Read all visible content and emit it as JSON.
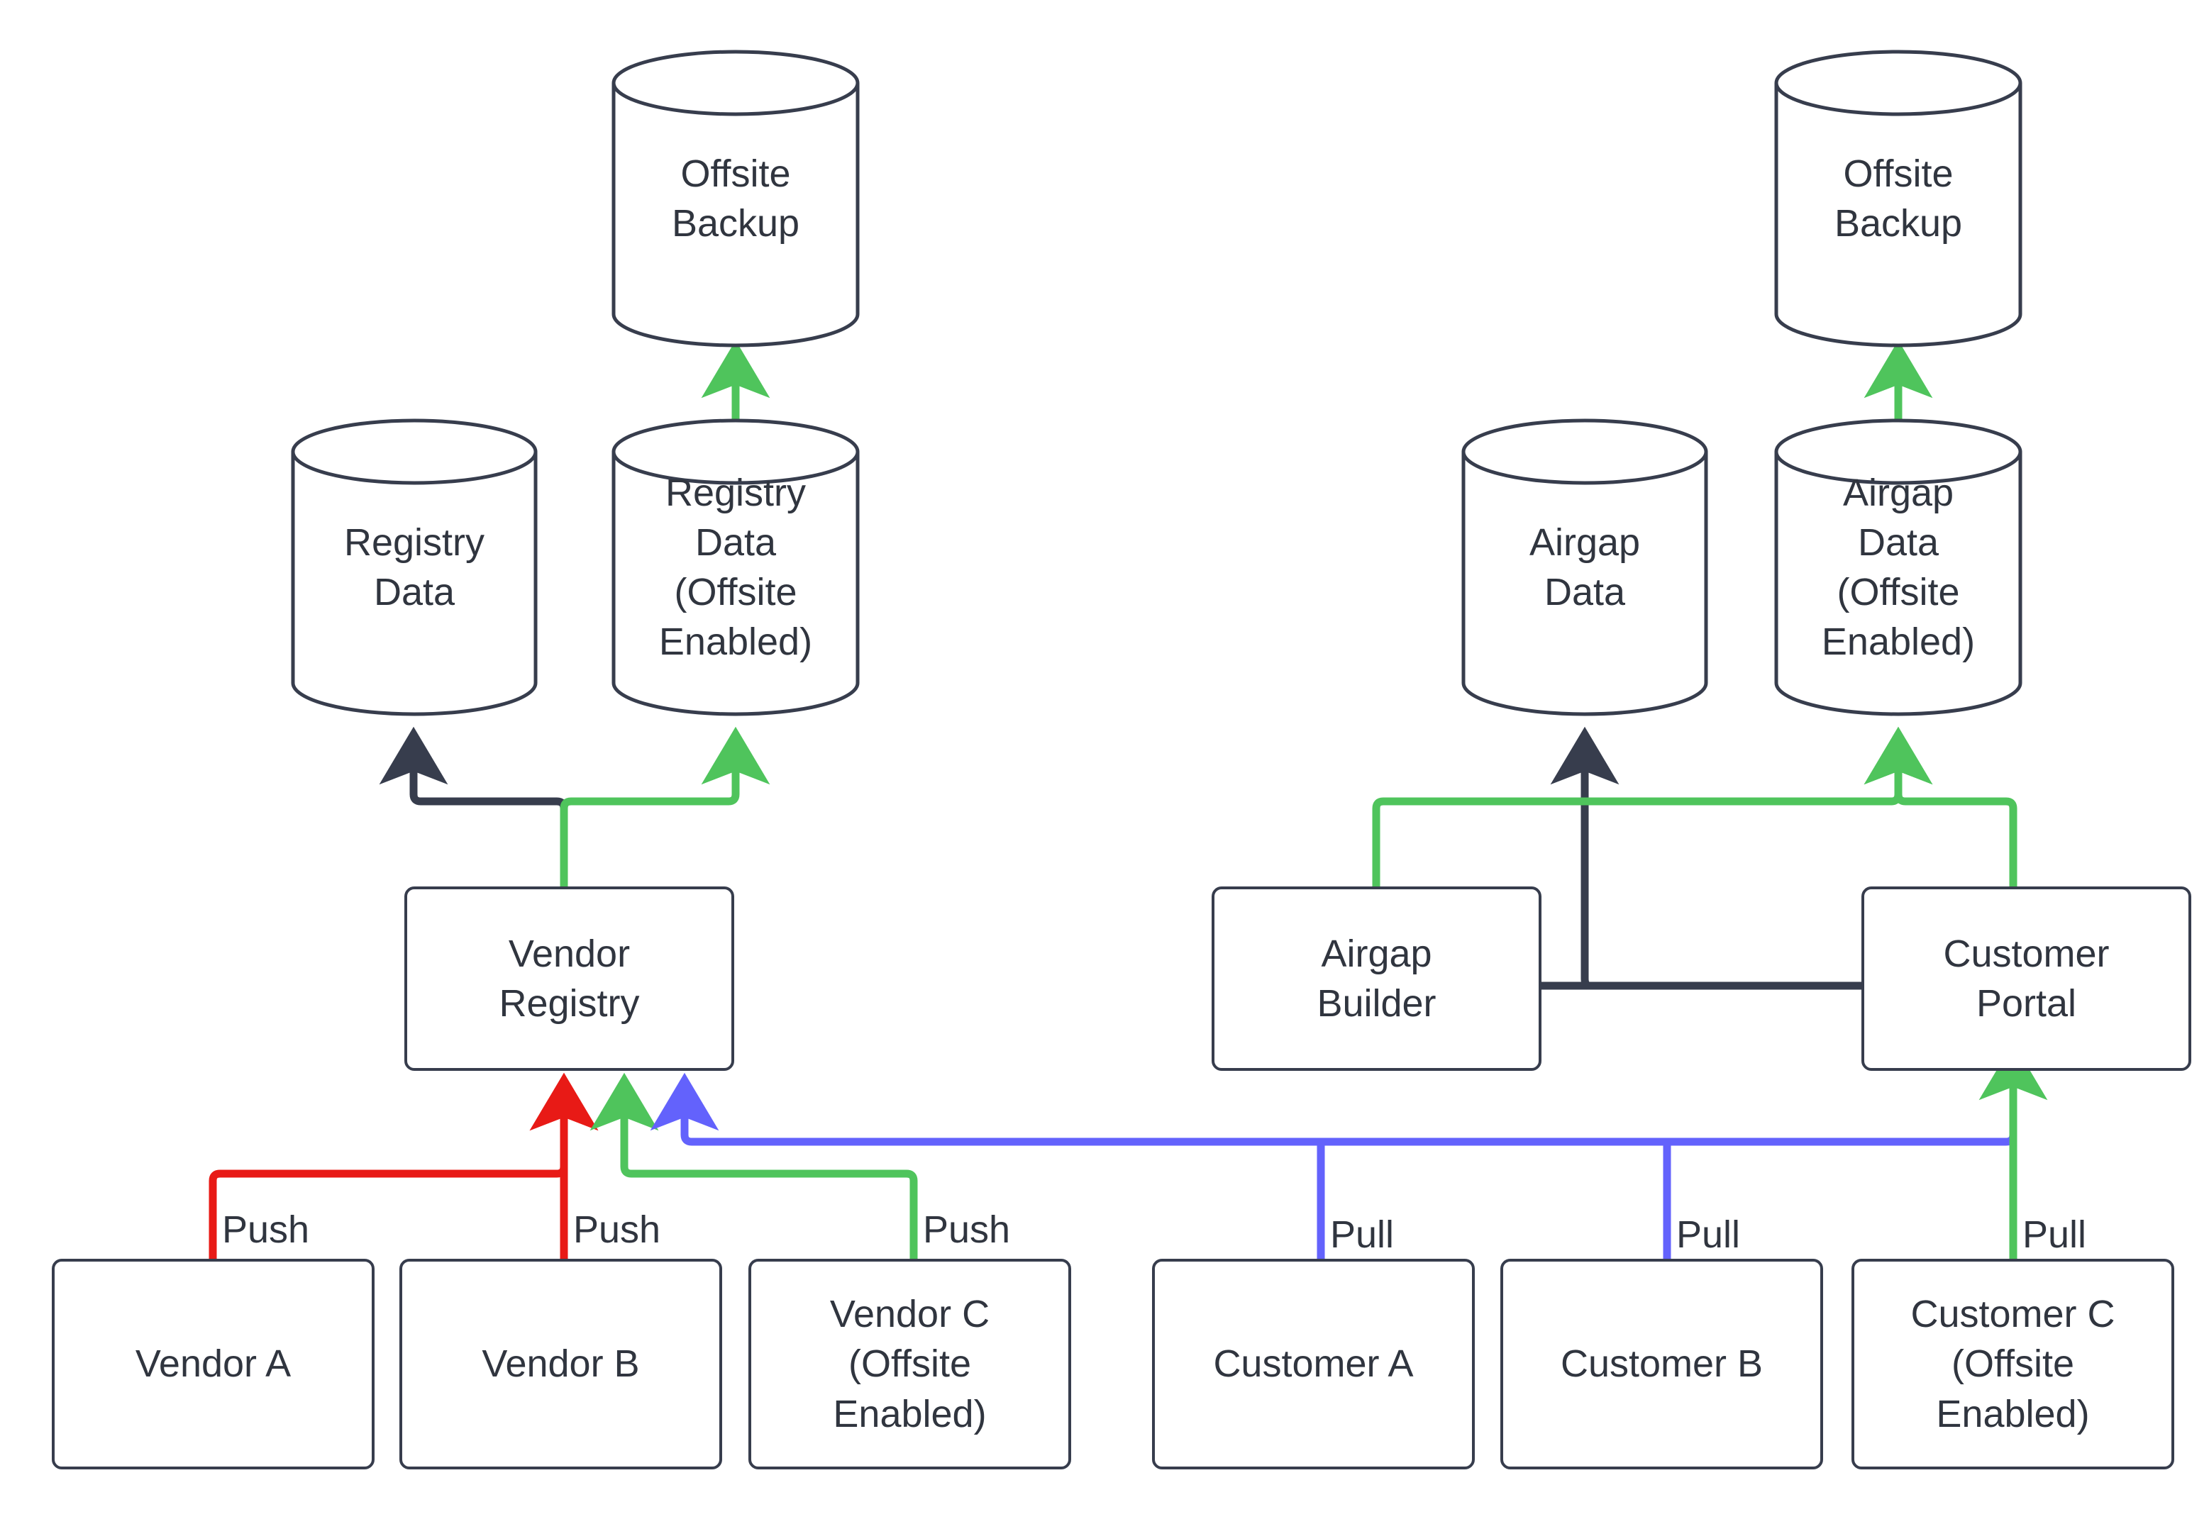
{
  "diagram": {
    "title": "Vendor registry and customer airgap distribution with offsite backup",
    "colors": {
      "stroke_dark": "#373D4D",
      "text_dark": "#30353F",
      "flow_red": "#E81A16",
      "flow_green": "#4FC45C",
      "flow_blue": "#6362FC",
      "background": "#FFFFFF"
    },
    "nodes": {
      "offsite_backup_left": {
        "label": "Offsite\nBackup",
        "shape": "cylinder"
      },
      "registry_data": {
        "label": "Registry\nData",
        "shape": "cylinder"
      },
      "registry_data_offsite": {
        "label": "Registry\nData\n(Offsite\nEnabled)",
        "shape": "cylinder"
      },
      "vendor_registry": {
        "label": "Vendor\nRegistry",
        "shape": "box"
      },
      "vendor_a": {
        "label": "Vendor A",
        "shape": "box"
      },
      "vendor_b": {
        "label": "Vendor B",
        "shape": "box"
      },
      "vendor_c": {
        "label": "Vendor C\n(Offsite\nEnabled)",
        "shape": "box"
      },
      "offsite_backup_right": {
        "label": "Offsite\nBackup",
        "shape": "cylinder"
      },
      "airgap_data": {
        "label": "Airgap\nData",
        "shape": "cylinder"
      },
      "airgap_data_offsite": {
        "label": "Airgap\nData\n(Offsite\nEnabled)",
        "shape": "cylinder"
      },
      "airgap_builder": {
        "label": "Airgap\nBuilder",
        "shape": "box"
      },
      "customer_portal": {
        "label": "Customer\nPortal",
        "shape": "box"
      },
      "customer_a": {
        "label": "Customer A",
        "shape": "box"
      },
      "customer_b": {
        "label": "Customer B",
        "shape": "box"
      },
      "customer_c": {
        "label": "Customer C\n(Offsite\nEnabled)",
        "shape": "box"
      }
    },
    "edge_labels": {
      "vendor_a_push": "Push",
      "vendor_b_push": "Push",
      "vendor_c_push": "Push",
      "customer_a_pull": "Pull",
      "customer_b_pull": "Pull",
      "customer_c_pull": "Pull"
    },
    "edges": [
      {
        "from": "vendor_a",
        "to": "vendor_registry",
        "label": "Push",
        "color": "#E81A16"
      },
      {
        "from": "vendor_b",
        "to": "vendor_registry",
        "label": "Push",
        "color": "#E81A16"
      },
      {
        "from": "vendor_c",
        "to": "vendor_registry",
        "label": "Push",
        "color": "#4FC45C"
      },
      {
        "from": "customer_portal",
        "to": "vendor_registry",
        "label": "",
        "color": "#6362FC"
      },
      {
        "from": "vendor_registry",
        "to": "registry_data",
        "label": "",
        "color": "#373D4D"
      },
      {
        "from": "vendor_registry",
        "to": "registry_data_offsite",
        "label": "",
        "color": "#4FC45C"
      },
      {
        "from": "registry_data_offsite",
        "to": "offsite_backup_left",
        "label": "",
        "color": "#4FC45C"
      },
      {
        "from": "customer_a",
        "to": "vendor_registry",
        "label": "Pull",
        "color": "#6362FC"
      },
      {
        "from": "customer_b",
        "to": "vendor_registry",
        "label": "Pull",
        "color": "#6362FC"
      },
      {
        "from": "customer_c",
        "to": "customer_portal",
        "label": "Pull",
        "color": "#4FC45C"
      },
      {
        "from": "airgap_builder",
        "to": "customer_portal",
        "label": "",
        "color": "#373D4D"
      },
      {
        "from": "airgap_builder",
        "to": "airgap_data",
        "label": "",
        "color": "#373D4D"
      },
      {
        "from": "airgap_builder",
        "to": "airgap_data_offsite",
        "label": "",
        "color": "#4FC45C"
      },
      {
        "from": "customer_portal",
        "to": "airgap_data_offsite",
        "label": "",
        "color": "#4FC45C"
      },
      {
        "from": "airgap_data_offsite",
        "to": "offsite_backup_right",
        "label": "",
        "color": "#4FC45C"
      }
    ]
  }
}
